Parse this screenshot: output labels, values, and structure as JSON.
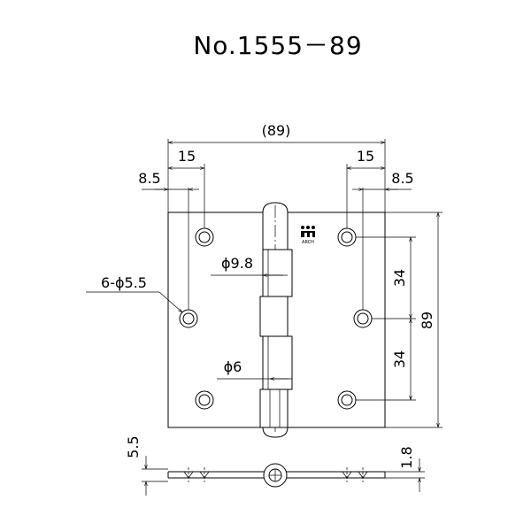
{
  "title": "No.1555－89",
  "logo_text": "ARCH",
  "dimensions": {
    "overall_width": "(89)",
    "left_top": "15",
    "right_top": "15",
    "left_offset": "8.5",
    "right_offset": "8.5",
    "knuckle_diameter": "ϕ9.8",
    "holes": "6‐ϕ5.5",
    "pin_diameter": "ϕ6",
    "hole_pitch_upper": "34",
    "hole_pitch_lower": "34",
    "height": "89",
    "side_height": "5.5",
    "plate_thickness": "1.8"
  }
}
